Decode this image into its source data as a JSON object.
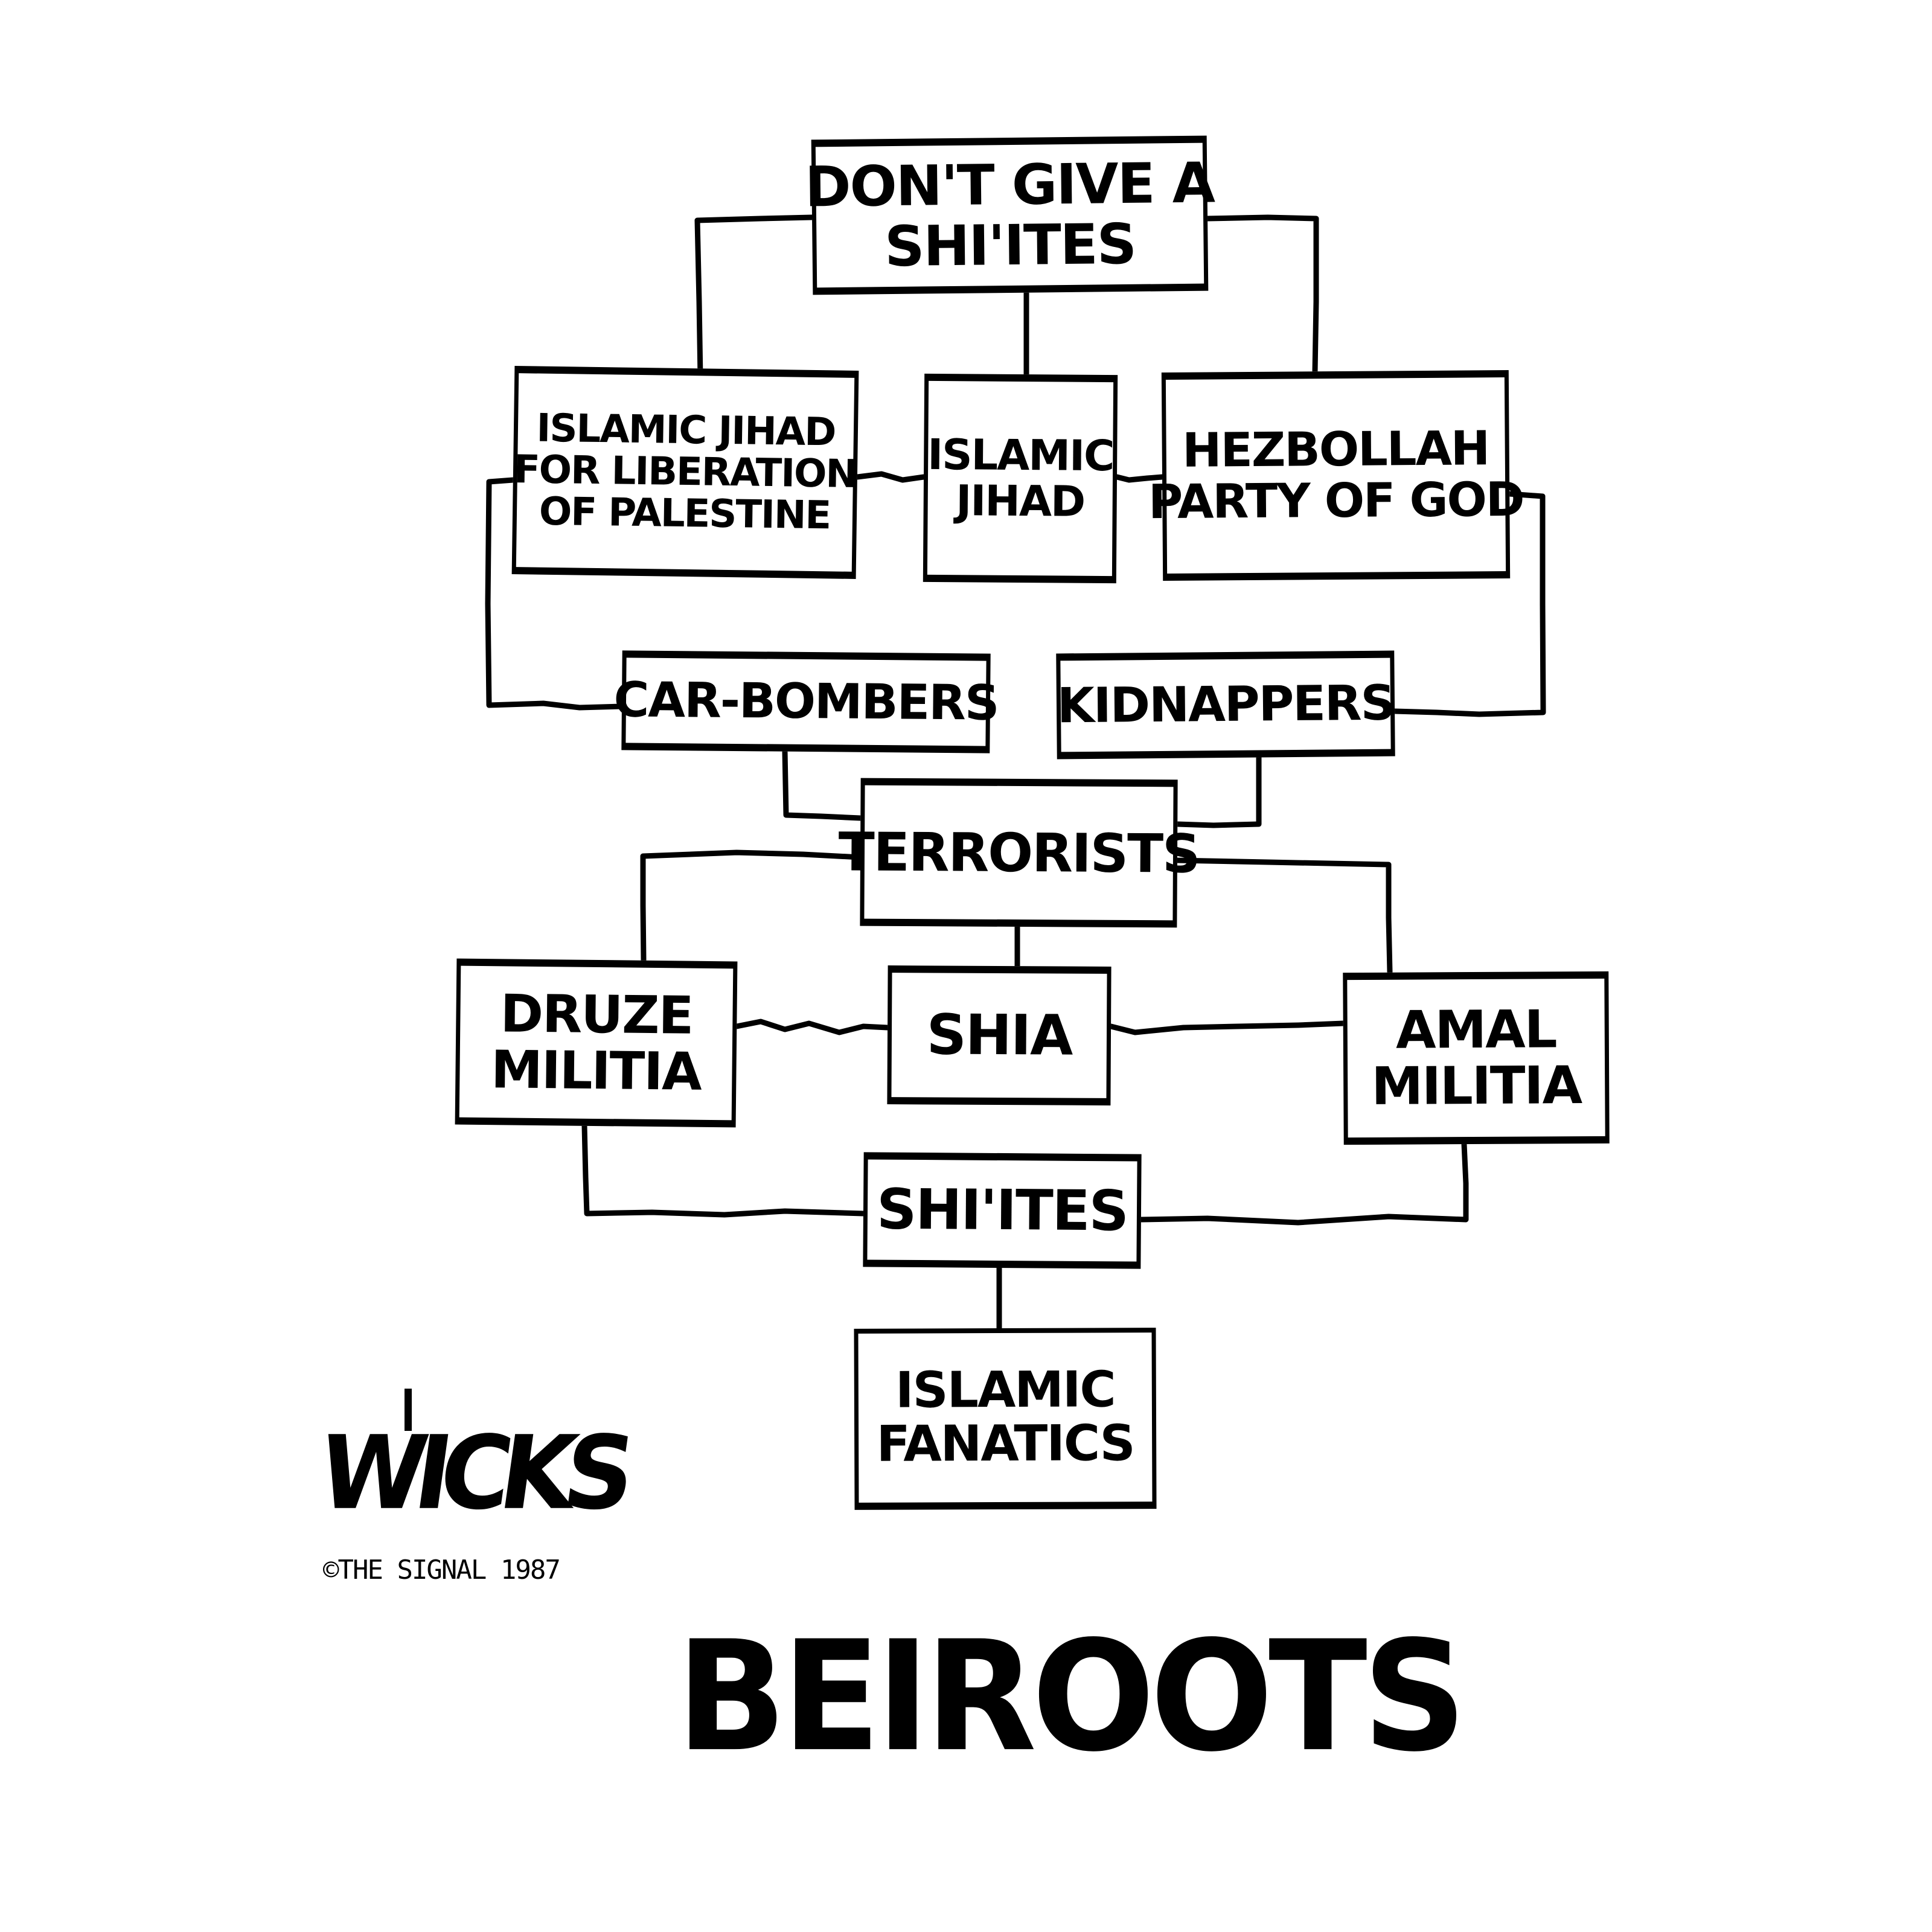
{
  "cartoon": {
    "title": "BEIROOTS",
    "artist_signature": "WICKS",
    "copyright": "©THE SIGNAL 1987"
  },
  "diagram": {
    "type": "organization-chart",
    "nodes": {
      "top": {
        "lines": [
          "DON'T GIVE A",
          "SHI'ITES"
        ]
      },
      "ijlp": {
        "lines": [
          "ISLAMIC JIHAD",
          "FOR LIBERATION",
          "OF PALESTINE"
        ]
      },
      "ij": {
        "lines": [
          "ISLAMIC",
          "JIHAD"
        ]
      },
      "hez": {
        "lines": [
          "HEZBOLLAH",
          "PARTY OF GOD"
        ]
      },
      "car": {
        "lines": [
          "CAR-BOMBERS"
        ]
      },
      "kid": {
        "lines": [
          "KIDNAPPERS"
        ]
      },
      "terr": {
        "lines": [
          "TERRORISTS"
        ]
      },
      "druze": {
        "lines": [
          "DRUZE",
          "MILITIA"
        ]
      },
      "shia": {
        "lines": [
          "SHIA"
        ]
      },
      "amal": {
        "lines": [
          "AMAL",
          "MILITIA"
        ]
      },
      "shiites": {
        "lines": [
          "SHI'ITES"
        ]
      },
      "fanatics": {
        "lines": [
          "ISLAMIC",
          "FANATICS"
        ]
      }
    },
    "edges": [
      [
        "top",
        "ijlp"
      ],
      [
        "top",
        "ij"
      ],
      [
        "top",
        "hez"
      ],
      [
        "ijlp",
        "ij"
      ],
      [
        "ij",
        "hez"
      ],
      [
        "ijlp",
        "car"
      ],
      [
        "hez",
        "kid"
      ],
      [
        "car",
        "terr"
      ],
      [
        "kid",
        "terr"
      ],
      [
        "terr",
        "druze"
      ],
      [
        "terr",
        "shia"
      ],
      [
        "terr",
        "amal"
      ],
      [
        "druze",
        "shia"
      ],
      [
        "shia",
        "amal"
      ],
      [
        "druze",
        "shiites"
      ],
      [
        "amal",
        "shiites"
      ],
      [
        "shiites",
        "fanatics"
      ]
    ]
  }
}
